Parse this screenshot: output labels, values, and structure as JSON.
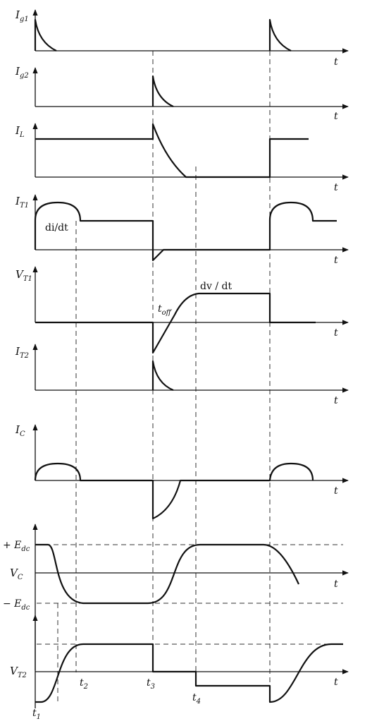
{
  "axis_time_label": "t",
  "waveforms": [
    {
      "id": "ig1",
      "symbol": "I",
      "subscript": "g1"
    },
    {
      "id": "ig2",
      "symbol": "I",
      "subscript": "g2"
    },
    {
      "id": "il",
      "symbol": "I",
      "subscript": "L"
    },
    {
      "id": "it1",
      "symbol": "I",
      "subscript": "T1"
    },
    {
      "id": "vt1",
      "symbol": "V",
      "subscript": "T1"
    },
    {
      "id": "it2",
      "symbol": "I",
      "subscript": "T2"
    },
    {
      "id": "ic",
      "symbol": "I",
      "subscript": "C"
    },
    {
      "id": "vc",
      "symbol": "V",
      "subscript": "C"
    },
    {
      "id": "vt2",
      "symbol": "V",
      "subscript": "T2"
    }
  ],
  "annotations": {
    "di_dt": "di/dt",
    "dv_dt": "dv / dt",
    "t_off": "t",
    "t_off_sub": "off"
  },
  "levels": {
    "plus_edc_sign": "+ E",
    "minus_edc_sign": "− E",
    "edc_sub": "dc"
  },
  "time_markers": [
    {
      "id": "t1",
      "symbol": "t",
      "subscript": "1"
    },
    {
      "id": "t2",
      "symbol": "t",
      "subscript": "2"
    },
    {
      "id": "t3",
      "symbol": "t",
      "subscript": "3"
    },
    {
      "id": "t4",
      "symbol": "t",
      "subscript": "4"
    }
  ]
}
